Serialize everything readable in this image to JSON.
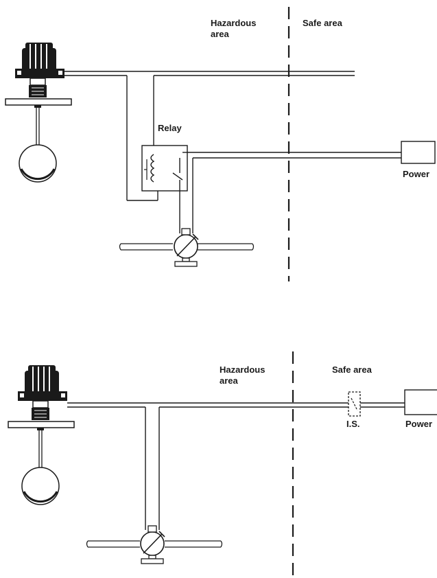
{
  "diagrams": [
    {
      "hazardous_area_label": [
        "Hazardous",
        "area"
      ],
      "safe_area_label": "Safe area",
      "relay_label": "Relay",
      "power_label": "Power"
    },
    {
      "hazardous_area_label": [
        "Hazardous",
        "area"
      ],
      "safe_area_label": "Safe area",
      "barrier_label": "I.S.",
      "power_label": "Power"
    }
  ],
  "icons": [
    "level-switch-icon",
    "float-ball-icon",
    "relay-coil-icon",
    "relay-contact-icon",
    "solenoid-valve-icon",
    "is-barrier-icon",
    "power-supply-icon"
  ]
}
